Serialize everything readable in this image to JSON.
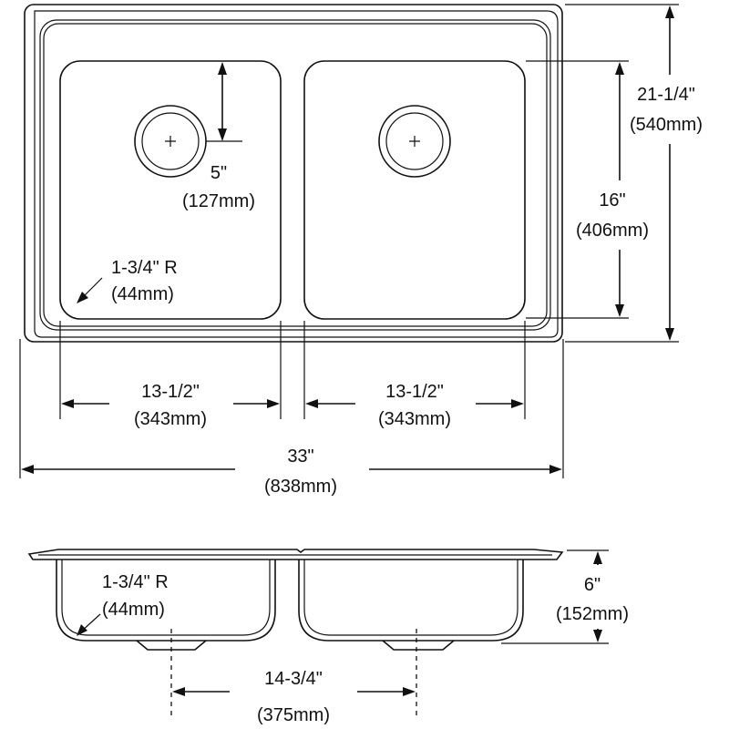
{
  "dims": {
    "bowl_width_left": {
      "imperial": "13-1/2\"",
      "metric": "(343mm)"
    },
    "bowl_width_right": {
      "imperial": "13-1/2\"",
      "metric": "(343mm)"
    },
    "overall_width": {
      "imperial": "33\"",
      "metric": "(838mm)"
    },
    "overall_depth": {
      "imperial": "21-1/4\"",
      "metric": "(540mm)"
    },
    "bowl_length": {
      "imperial": "16\"",
      "metric": "(406mm)"
    },
    "drain_offset": {
      "imperial": "5\"",
      "metric": "(127mm)"
    },
    "corner_radius_top": {
      "imperial": "1-3/4\" R",
      "metric": "(44mm)"
    },
    "corner_radius_side": {
      "imperial": "1-3/4\" R",
      "metric": "(44mm)"
    },
    "bowl_depth": {
      "imperial": "6\"",
      "metric": "(152mm)"
    },
    "drain_spacing": {
      "imperial": "14-3/4\"",
      "metric": "(375mm)"
    }
  }
}
